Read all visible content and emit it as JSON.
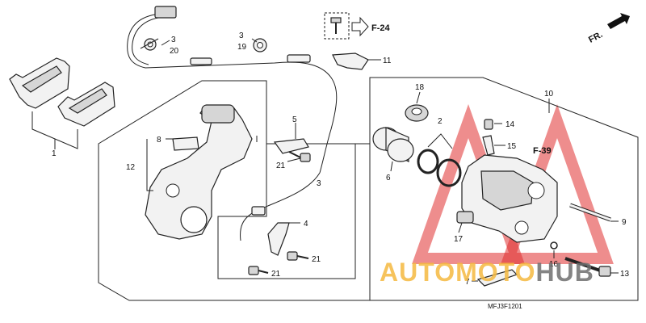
{
  "callouts": [
    {
      "id": "c1",
      "text": "1"
    },
    {
      "id": "c3a",
      "text": "3"
    },
    {
      "id": "c20",
      "text": "20"
    },
    {
      "id": "c3b",
      "text": "3"
    },
    {
      "id": "c19",
      "text": "19"
    },
    {
      "id": "c11",
      "text": "11"
    },
    {
      "id": "c10",
      "text": "10"
    },
    {
      "id": "c18",
      "text": "18"
    },
    {
      "id": "c2",
      "text": "2"
    },
    {
      "id": "c14",
      "text": "14"
    },
    {
      "id": "c15",
      "text": "15"
    },
    {
      "id": "c6",
      "text": "6"
    },
    {
      "id": "c9",
      "text": "9"
    },
    {
      "id": "c17",
      "text": "17"
    },
    {
      "id": "c16",
      "text": "16"
    },
    {
      "id": "c13",
      "text": "13"
    },
    {
      "id": "c7",
      "text": "7"
    },
    {
      "id": "c8",
      "text": "8"
    },
    {
      "id": "c12",
      "text": "12"
    },
    {
      "id": "c5",
      "text": "5"
    },
    {
      "id": "c21a",
      "text": "21"
    },
    {
      "id": "c3c",
      "text": "3"
    },
    {
      "id": "c4",
      "text": "4"
    },
    {
      "id": "c21b",
      "text": "21"
    },
    {
      "id": "c21c",
      "text": "21"
    }
  ],
  "references": {
    "f24": "F-24",
    "f39": "F-39",
    "front": "FR."
  },
  "diagram_code": "MFJ3F1201",
  "watermark": {
    "part1": "AUTOMOTO",
    "part2": "HUB",
    "color_primary": "#f4b940",
    "color_secondary": "#6f6f6f",
    "logo_color": "#e03030"
  }
}
